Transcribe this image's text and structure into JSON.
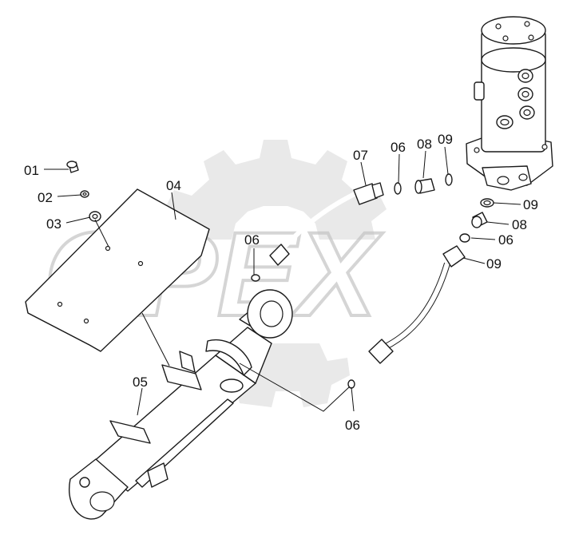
{
  "watermark": {
    "text": "OPEX"
  },
  "callouts": {
    "c01": "01",
    "c02": "02",
    "c03": "03",
    "c04": "04",
    "c05": "05",
    "c06a": "06",
    "c06b": "06",
    "c06c": "06",
    "c06d": "06",
    "c07": "07",
    "c08a": "08",
    "c08b": "08",
    "c09a": "09",
    "c09b": "09",
    "c09c": "09"
  }
}
